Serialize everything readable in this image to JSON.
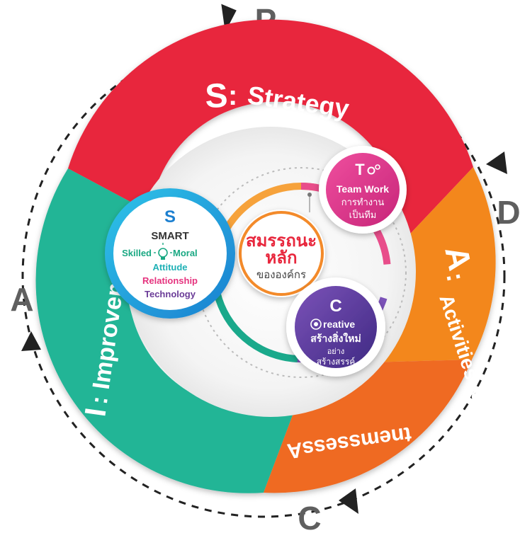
{
  "pdca": {
    "p": "P",
    "d": "D",
    "c": "C",
    "a": "A"
  },
  "ring": {
    "strategy": {
      "letter": "S",
      "sep": ":",
      "label": "Strategy",
      "color": "#e8273d"
    },
    "activities": {
      "letter": "A",
      "sep": ":",
      "label": "Activities & Assessment",
      "color": "#f3871f"
    },
    "improvement": {
      "letter": "I",
      "sep": ":",
      "label": "Improvement",
      "color": "#20b596"
    }
  },
  "core": {
    "line1": "สมรรถนะ",
    "line2": "หลัก",
    "line3": "ขององค์กร",
    "color": "#e8273d"
  },
  "smart": {
    "letter": "S",
    "title": "SMART",
    "skilled": "Skilled",
    "moral": "Moral",
    "attitude": "Attitude",
    "relationship": "Relationship",
    "technology": "Technology",
    "colors": {
      "skilled": "#1aa883",
      "attitude": "#1fb1b6",
      "relationship": "#e5337e",
      "technology": "#6a3b97"
    }
  },
  "teamwork": {
    "letter": "T",
    "title": "Team Work",
    "line1": "การทำงาน",
    "line2": "เป็นทีม",
    "color": "#e3338a"
  },
  "creative": {
    "letter": "C",
    "title": "reative",
    "line1": "สร้างสิ่งใหม่",
    "line2": "อย่าง",
    "line3": "สร้างสรรค์",
    "color": "#5a3a9a"
  }
}
